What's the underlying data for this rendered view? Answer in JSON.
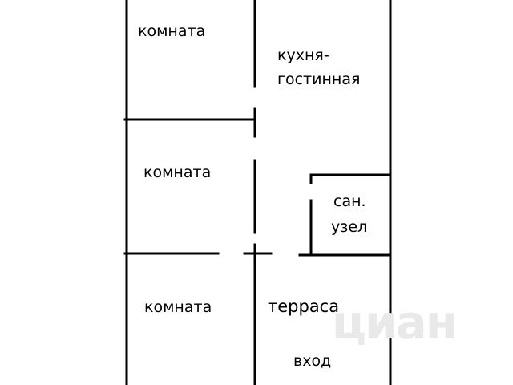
{
  "colors": {
    "wall": "#000000",
    "background": "#ffffff",
    "watermark": "#e9e9e9"
  },
  "rooms": {
    "room_top_left": "комната",
    "kitchen_line1": "кухня-",
    "kitchen_line2": "гостинная",
    "room_middle_left": "комната",
    "bathroom_line1": "сан.",
    "bathroom_line2": "узел",
    "room_bottom_left": "комната",
    "terrace": "терраса",
    "entrance": "вход"
  },
  "watermark": {
    "text": "циан"
  }
}
